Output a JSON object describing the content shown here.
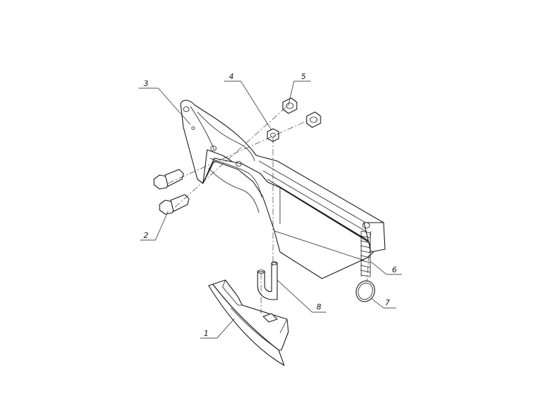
{
  "drawing": {
    "callouts": [
      {
        "label": "1",
        "part": "blade"
      },
      {
        "label": "2",
        "part": "bolt"
      },
      {
        "label": "3",
        "part": "arm"
      },
      {
        "label": "4",
        "part": "center-nut"
      },
      {
        "label": "5",
        "part": "nut"
      },
      {
        "label": "6",
        "part": "spring"
      },
      {
        "label": "7",
        "part": "ring"
      },
      {
        "label": "8",
        "part": "pin"
      }
    ],
    "line_color": "#1a1a1a",
    "background": "#ffffff"
  }
}
